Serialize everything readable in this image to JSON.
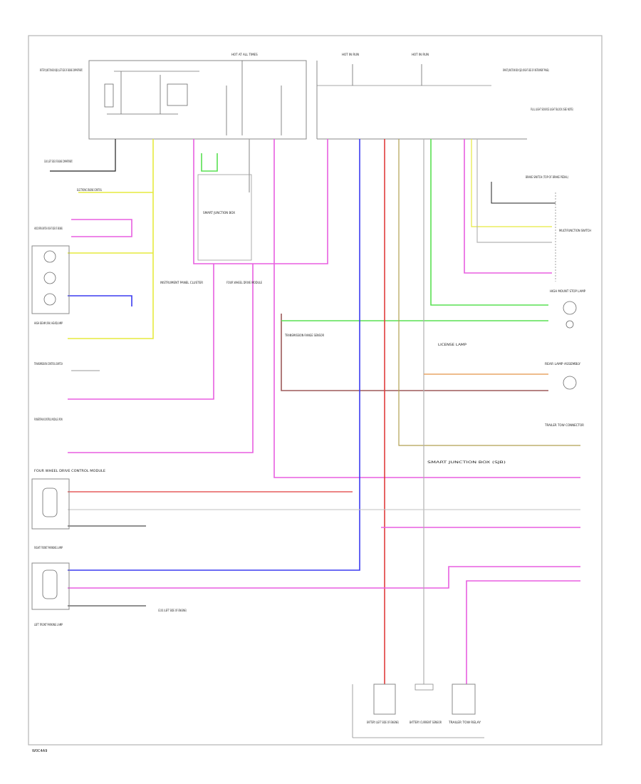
{
  "fuse_boxes": {
    "left_box_title": "BATTERY JUNCTION BOX (BJB) (LEFT SIDE OF ENGINE COMPARTMENT)",
    "right_box_title": "SMART JUNCTION BOX (SJB) (RIGHT SIDE OF INSTRUMENT PANEL)",
    "hot_at_1": "HOT AT ALL TIMES",
    "hot_at_2": "HOT IN RUN",
    "hot_at_3": "HOT IN RUN",
    "right_box_note": "FULL LIGHT SOURCE LIGHT BLOCK (SEE NOTE)"
  },
  "left_components": [
    {
      "label": "G100 (LEFT SIDE OF ENGINE COMPARTMENT)",
      "wire": "BK"
    },
    {
      "label": "ELECTRONIC ENGINE CONTROL"
    },
    {
      "label": "HOOD OPEN SWITCH (RIGHT SIDE OF ENGINE)"
    },
    {
      "label": "HIGH BEAM (RH) HEADLAMP"
    },
    {
      "label": "TRANSMISSION CONTROL SWITCH"
    },
    {
      "label": "POWERTRAIN CONTROL MODULE (PCM)"
    },
    {
      "label": "FOUR WHEEL DRIVE CONTROL MODULE"
    },
    {
      "label": "RIGHT FRONT PARKING LAMP"
    },
    {
      "label": "LEFT FRONT PARKING LAMP"
    },
    {
      "label": "G101 (LEFT SIDE OF ENGINE)"
    }
  ],
  "right_components": [
    {
      "label": "BRAKE SWITCH (TOP OF BRAKE PEDAL)"
    },
    {
      "label": "MULTIFUNCTION SWITCH"
    },
    {
      "label": "HIGH MOUNT STOP LAMP"
    },
    {
      "label": "LICENSE LAMP"
    },
    {
      "label": "REAR LAMP ASSEMBLY"
    },
    {
      "label": "TRAILER TOW CONNECTOR"
    },
    {
      "label": "SMART JUNCTION BOX (SJB)"
    }
  ],
  "bottom_components": [
    {
      "label": "BATTERY (LEFT SIDE OF ENGINE)"
    },
    {
      "label": "BATTERY CURRENT SENSOR"
    },
    {
      "label": "TRAILER TOW RELAY"
    }
  ],
  "center_labels": [
    "SMART JUNCTION BOX",
    "INSTRUMENT PANEL CLUSTER",
    "FOUR WHEEL DRIVE MODULE",
    "TRANSMISSION RANGE SENSOR"
  ],
  "wire_colors": {
    "red": "#e03c3c",
    "pink": "#e85fe0",
    "blue": "#3b3bf0",
    "yellow": "#e6ea3f",
    "green": "#59e052",
    "orange": "#e8a567",
    "brown": "#9d5a5a",
    "olive": "#b0a050",
    "teal": "#3a8fa3",
    "gray": "#9a9a9a",
    "black": "#202020"
  },
  "footer_code": "W0C4A9"
}
